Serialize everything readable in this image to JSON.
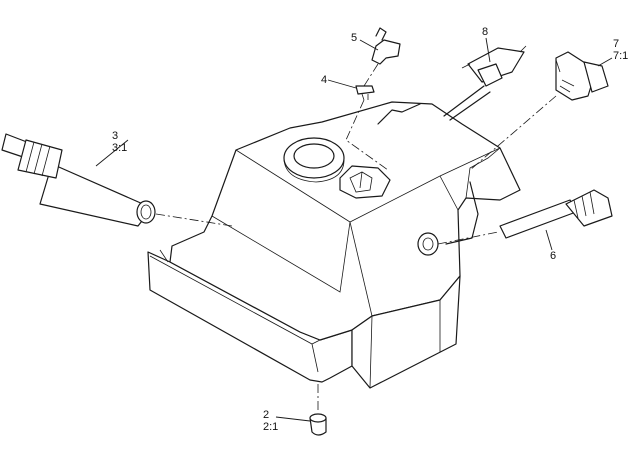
{
  "callouts": {
    "c2": {
      "number": "2",
      "qty": "2:1"
    },
    "c3": {
      "number": "3",
      "qty": "3:1"
    },
    "c4": {
      "number": "4"
    },
    "c5": {
      "number": "5"
    },
    "c6": {
      "number": "6"
    },
    "c7": {
      "number": "7",
      "qty": "7:1"
    },
    "c8": {
      "number": "8"
    }
  }
}
